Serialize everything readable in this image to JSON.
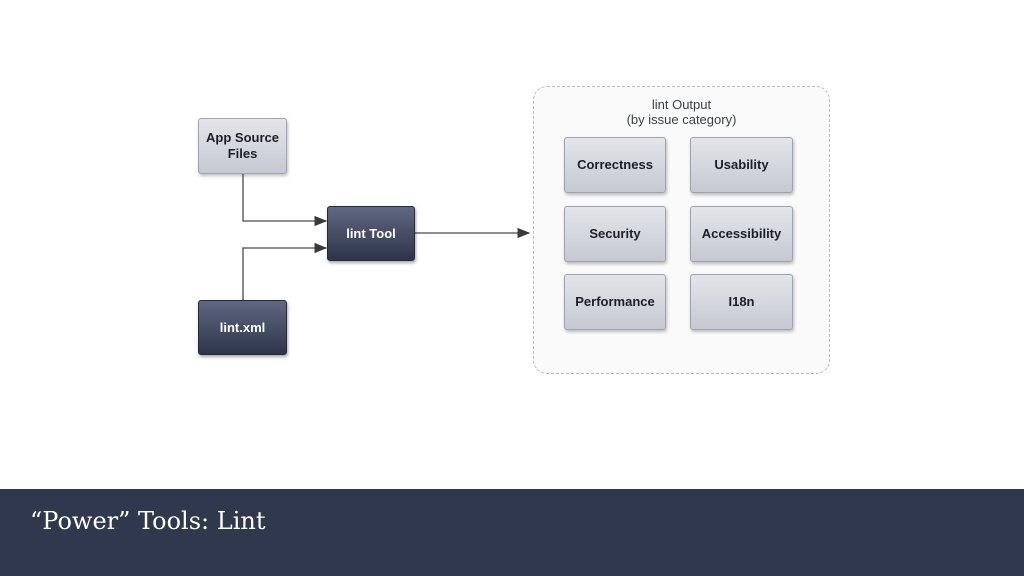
{
  "diagram": {
    "source_files": "App Source\nFiles",
    "lint_xml": "lint.xml",
    "lint_tool": "lint Tool",
    "output": {
      "title": "lint Output",
      "subtitle": "(by issue category)",
      "categories": [
        "Correctness",
        "Usability",
        "Security",
        "Accessibility",
        "Performance",
        "I18n"
      ]
    }
  },
  "footer": {
    "title": "“Power” Tools: Lint"
  },
  "colors": {
    "footer_bg": "#2f384c",
    "dark_node": "#3d4560",
    "light_node": "#d3d6dc"
  }
}
